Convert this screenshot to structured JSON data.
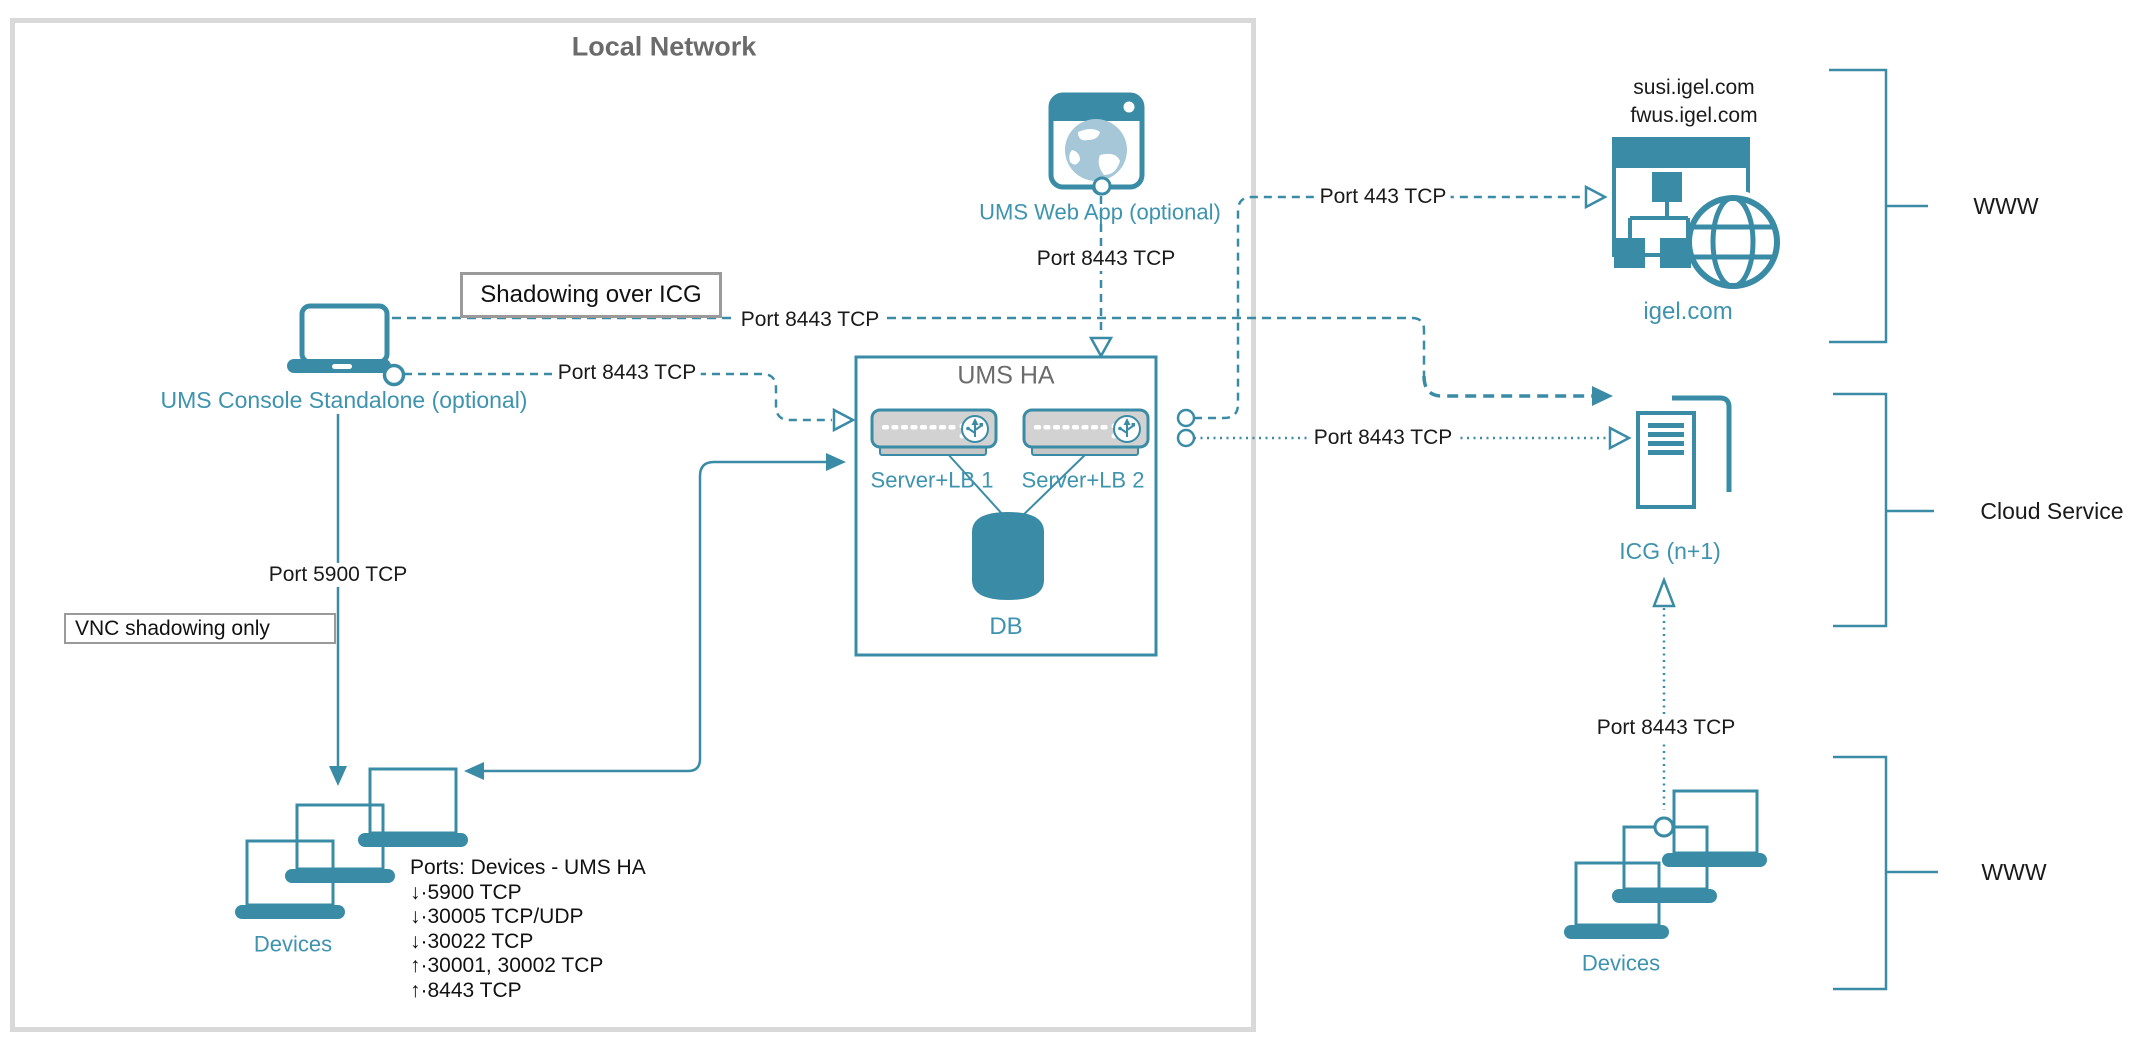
{
  "title": "Local Network",
  "colors": {
    "teal": "#3a8ca6",
    "teal_text": "#3e93ae",
    "gray_border": "#d9d9d9",
    "icon_gray": "#d2d2d2",
    "title_gray": "#6b6b6b",
    "globe_pale": "#a5c7d7"
  },
  "nodes": {
    "ums_console": {
      "label": "UMS Console Standalone (optional)"
    },
    "ums_web_app": {
      "label": "UMS Web App (optional)"
    },
    "ums_ha": {
      "label": "UMS HA"
    },
    "server_lb_1": {
      "label": "Server+LB 1"
    },
    "server_lb_2": {
      "label": "Server+LB 2"
    },
    "db": {
      "label": "DB"
    },
    "devices_local": {
      "label": "Devices"
    },
    "igel": {
      "domains": [
        "susi.igel.com",
        "fwus.igel.com"
      ],
      "label": "igel.com"
    },
    "icg": {
      "label": "ICG (n+1)"
    },
    "devices_remote": {
      "label": "Devices"
    }
  },
  "callouts": {
    "shadowing": "Shadowing over ICG",
    "vnc": "VNC shadowing only"
  },
  "edges": {
    "console_icg": "Port 8443 TCP",
    "console_ha": "Port 8443 TCP",
    "webapp_ha": "Port 8443 TCP",
    "console_devices": "Port 5900 TCP",
    "ha_igel": "Port 443 TCP",
    "ha_icg": "Port 8443 TCP",
    "icg_devices": "Port 8443 TCP"
  },
  "groups": {
    "www_top": "WWW",
    "cloud": "Cloud Service",
    "www_bottom": "WWW"
  },
  "ports_note": {
    "title": "Ports: Devices - UMS HA",
    "items": [
      "↓·5900 TCP",
      "↓·30005 TCP/UDP",
      "↓·30022 TCP",
      "↑·30001, 30002 TCP",
      "↑·8443 TCP"
    ]
  }
}
